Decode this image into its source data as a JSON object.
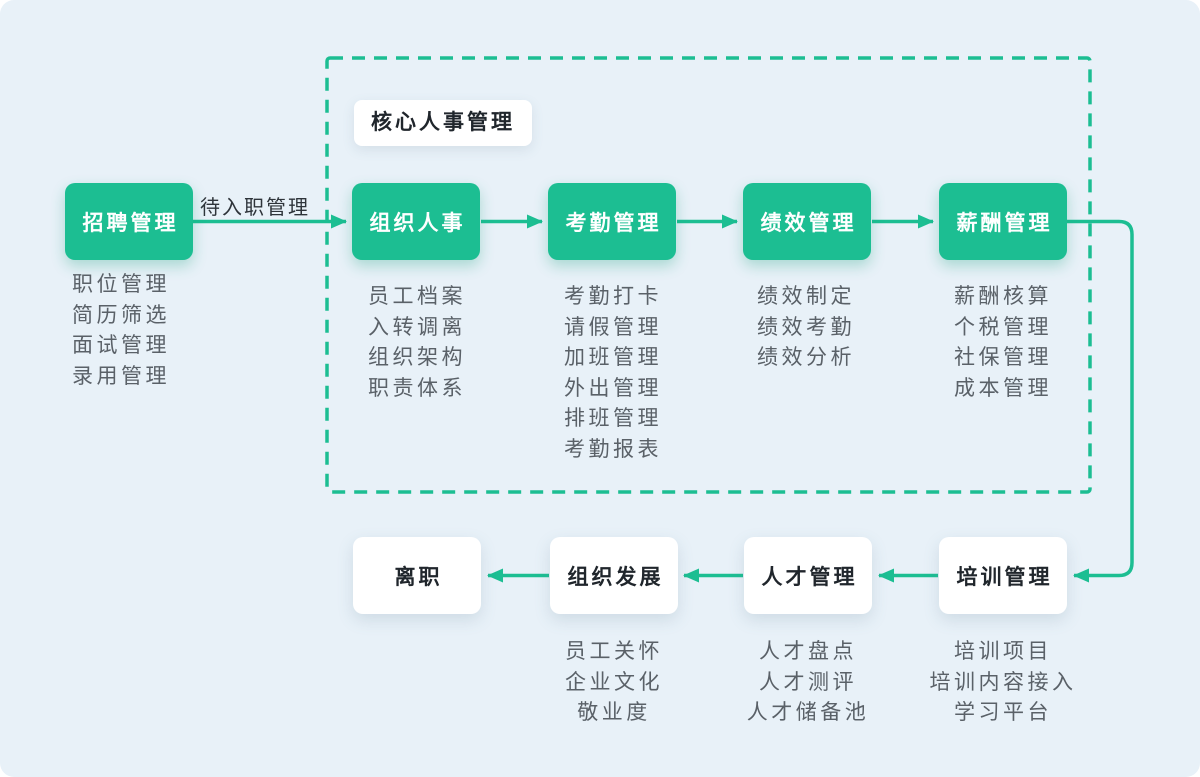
{
  "colors": {
    "background": "#e8f1f8",
    "accent_green": "#1cbe92",
    "node_text_on_green": "#ffffff",
    "node_text_dark": "#20262c",
    "list_text": "#5a6168"
  },
  "group_label": "核心人事管理",
  "flow_label": "待入职管理",
  "top_row": [
    {
      "title": "招聘管理",
      "items": [
        "职位管理",
        "简历筛选",
        "面试管理",
        "录用管理"
      ]
    },
    {
      "title": "组织人事",
      "items": [
        "员工档案",
        "入转调离",
        "组织架构",
        "职责体系"
      ]
    },
    {
      "title": "考勤管理",
      "items": [
        "考勤打卡",
        "请假管理",
        "加班管理",
        "外出管理",
        "排班管理",
        "考勤报表"
      ]
    },
    {
      "title": "绩效管理",
      "items": [
        "绩效制定",
        "绩效考勤",
        "绩效分析"
      ]
    },
    {
      "title": "薪酬管理",
      "items": [
        "薪酬核算",
        "个税管理",
        "社保管理",
        "成本管理"
      ]
    }
  ],
  "bottom_row": [
    {
      "title": "离职",
      "items": []
    },
    {
      "title": "组织发展",
      "items": [
        "员工关怀",
        "企业文化",
        "敬业度"
      ]
    },
    {
      "title": "人才管理",
      "items": [
        "人才盘点",
        "人才测评",
        "人才储备池"
      ]
    },
    {
      "title": "培训管理",
      "items": [
        "培训项目",
        "培训内容接入",
        "学习平台"
      ]
    }
  ]
}
